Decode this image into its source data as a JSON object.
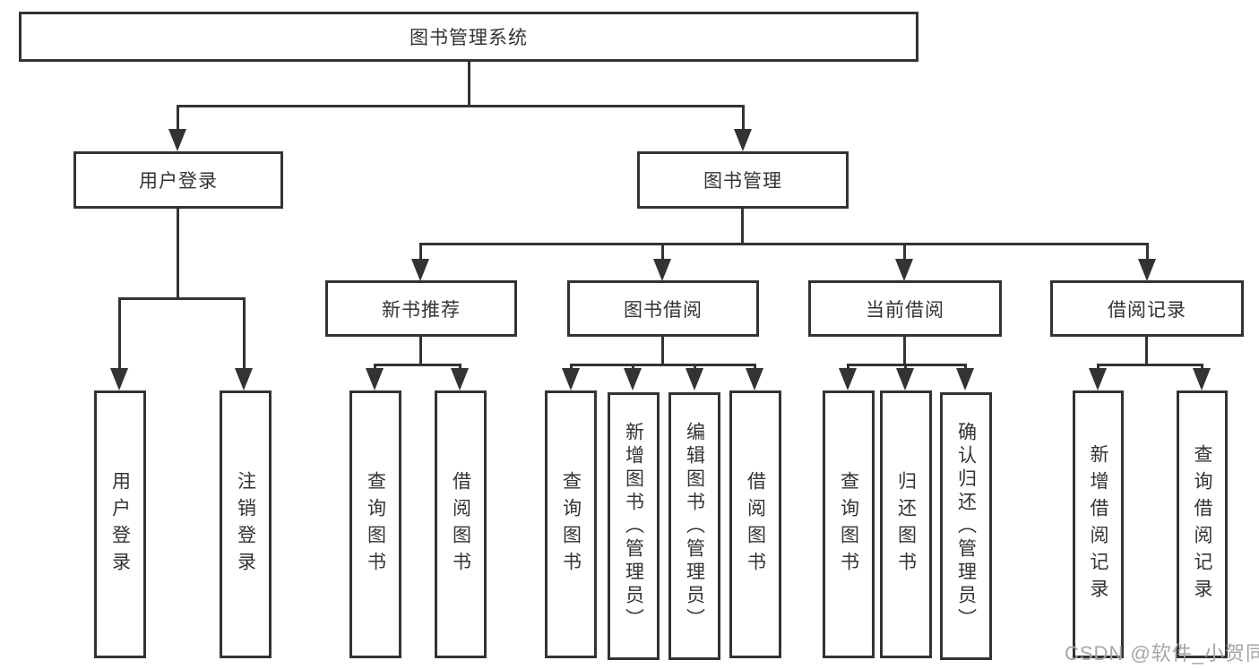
{
  "diagram": {
    "title": "图书管理系统",
    "colors": {
      "line": "#333333",
      "text": "#333333",
      "box_background": "#ffffff",
      "watermark": "#a6a6a6"
    },
    "level2": [
      {
        "label": "用户登录"
      },
      {
        "label": "图书管理"
      }
    ],
    "level3": [
      {
        "label": "新书推荐"
      },
      {
        "label": "图书借阅"
      },
      {
        "label": "当前借阅"
      },
      {
        "label": "借阅记录"
      }
    ],
    "leaves": [
      {
        "label": "用户登录",
        "parent": "用户登录"
      },
      {
        "label": "注销登录",
        "parent": "用户登录"
      },
      {
        "label": "查询图书",
        "parent": "新书推荐"
      },
      {
        "label": "借阅图书",
        "parent": "新书推荐"
      },
      {
        "label": "查询图书",
        "parent": "图书借阅"
      },
      {
        "label": "新增图书（管理员）",
        "parent": "图书借阅"
      },
      {
        "label": "编辑图书（管理员）",
        "parent": "图书借阅"
      },
      {
        "label": "借阅图书",
        "parent": "图书借阅"
      },
      {
        "label": "查询图书",
        "parent": "当前借阅"
      },
      {
        "label": "归还图书",
        "parent": "当前借阅"
      },
      {
        "label": "确认归还（管理员）",
        "parent": "当前借阅"
      },
      {
        "label": "新增借阅记录",
        "parent": "借阅记录"
      },
      {
        "label": "查询借阅记录",
        "parent": "借阅记录"
      }
    ],
    "watermark": "CSDN @软件_小贺同学"
  }
}
